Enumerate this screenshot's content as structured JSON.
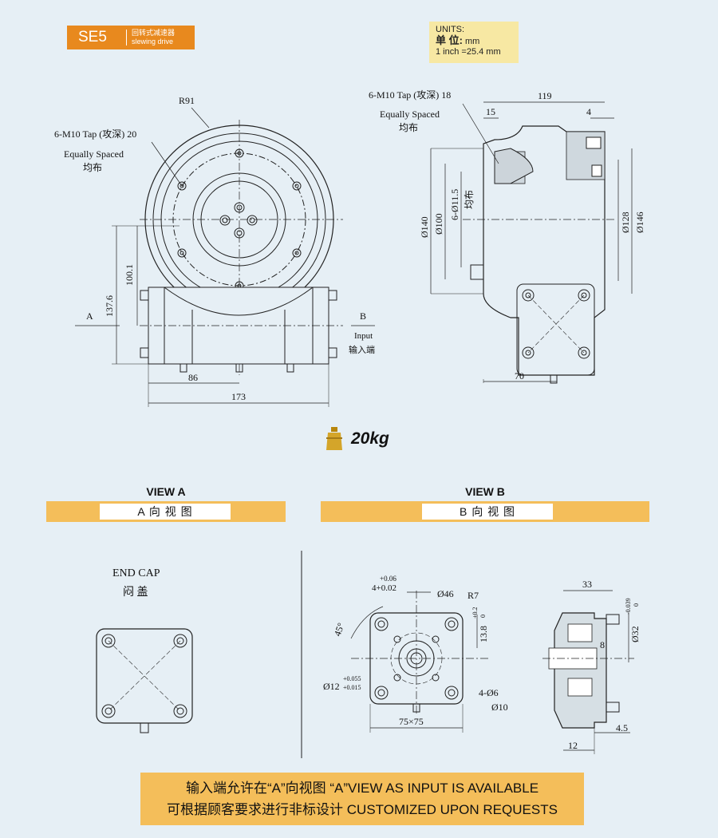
{
  "header": {
    "model": "SE5",
    "subtitle_cn": "回转式减速器",
    "subtitle_en": "slewing drive"
  },
  "units": {
    "title": "UNITS:",
    "label_cn": "单 位:",
    "unit": "mm",
    "conversion": "1 inch =25.4 mm"
  },
  "front_view": {
    "radius": "R91",
    "tap_spec": "6-M10 Tap (攻深) 20",
    "spacing_en": "Equally Spaced",
    "spacing_cn": "均布",
    "height_1": "100.1",
    "height_2": "137.6",
    "width_1": "86",
    "width_2": "173",
    "label_a": "A",
    "label_b": "B",
    "input_en": "Input",
    "input_cn": "输入端"
  },
  "side_view": {
    "tap_spec": "6-M10 Tap (攻深) 18",
    "spacing_en": "Equally Spaced",
    "spacing_cn": "均布",
    "dim_15": "15",
    "dim_119": "119",
    "dim_4": "4",
    "d140": "Ø140",
    "d100": "Ø100",
    "holes": "6-Ø11.5",
    "holes_cn": "均布",
    "d128": "Ø128",
    "d146": "Ø146",
    "dim_70": "70"
  },
  "weight": "20kg",
  "view_a": {
    "title": "VIEW A",
    "subtitle": "A 向 视 图",
    "endcap_en": "END CAP",
    "endcap_cn": "闷  盖"
  },
  "view_b": {
    "title": "VIEW B",
    "subtitle": "B 向 视 图",
    "tol_up": "+0.06",
    "tol_low": "4+0.02",
    "d46": "Ø46",
    "r7": "R7",
    "angle": "45°",
    "dim_138": "13.8",
    "tol_138_up": "+0.2",
    "tol_138_low": "0",
    "d12": "Ø12",
    "tol_12_up": "+0.055",
    "tol_12_low": "+0.015",
    "holes": "4-Ø6",
    "counterbore": "Ø10",
    "square": "75×75",
    "dim_33": "33",
    "d32": "Ø32",
    "tol_32_up": "-0.039",
    "tol_32_low": "0",
    "dim_8": "8",
    "dim_45": "4.5",
    "dim_12": "12"
  },
  "note": {
    "line1": "输入端允许在“A”向视图 “A”VIEW AS INPUT IS AVAILABLE",
    "line2": "可根据顾客要求进行非标设计 CUSTOMIZED UPON REQUESTS"
  }
}
